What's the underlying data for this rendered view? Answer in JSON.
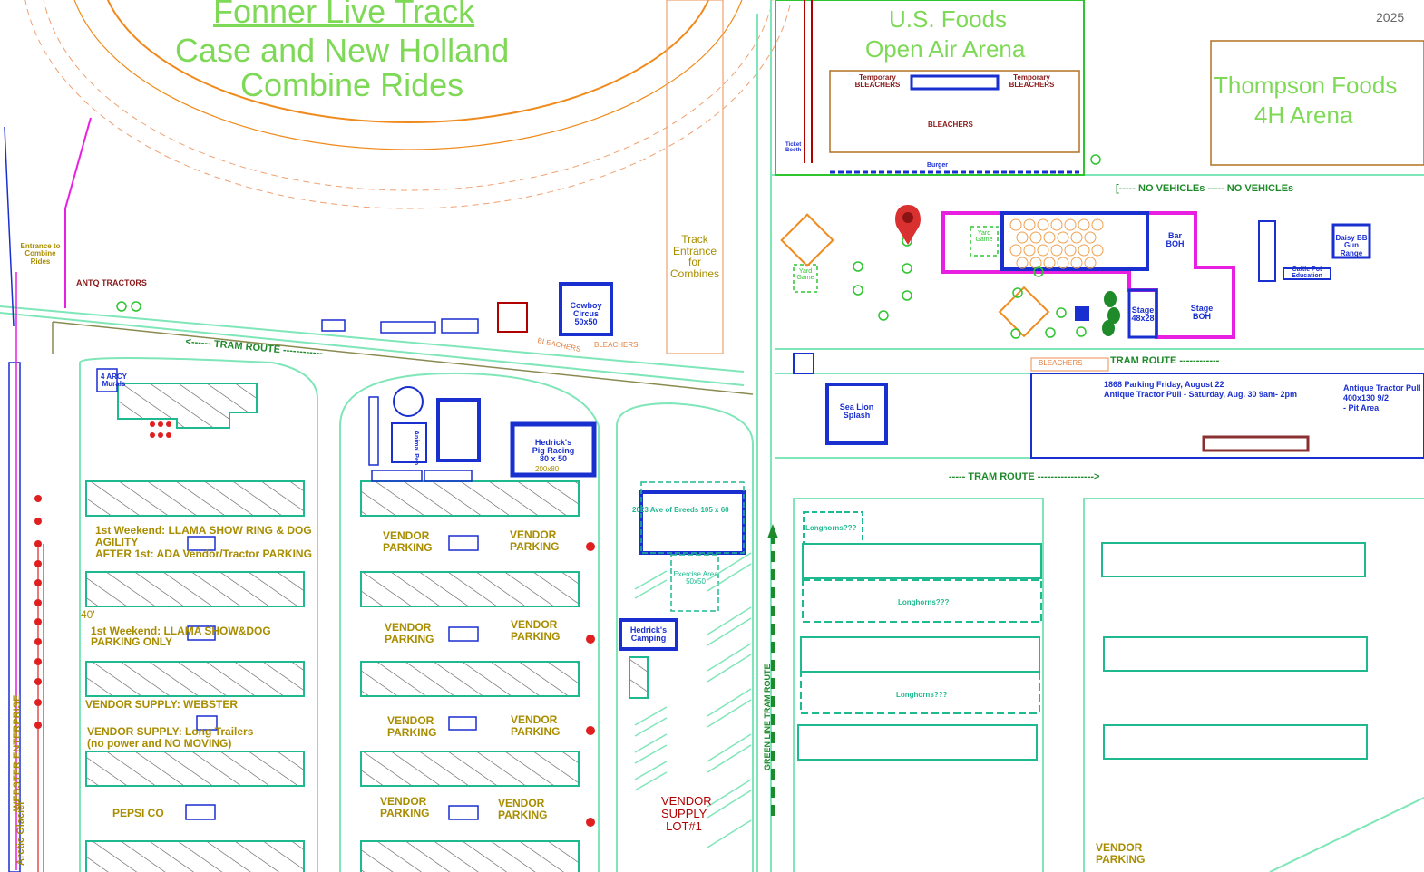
{
  "year": "2025",
  "track": {
    "title": "Fonner Live Track",
    "line2": "Case and New Holland",
    "line3": "Combine Rides"
  },
  "arena_us_foods": {
    "line1": "U.S. Foods",
    "line2": "Open Air Arena"
  },
  "arena_thompson": {
    "line1": "Thompson Foods",
    "line2": "4H Arena"
  },
  "bleachers": {
    "temporary": "Temporary BLEACHERS",
    "main": "BLEACHERS",
    "small": "BLEACHERS"
  },
  "ticket_booth": "Ticket Booth",
  "burger": "Burger",
  "no_vehicles": "[----- NO VEHICLEs   -----   NO VEHICLEs",
  "track_entrance": "Track Entrance for Combines",
  "entrance_combine": "Entrance to Combine Rides",
  "antq_tractors": "ANTQ TRACTORS",
  "tram_route": "TRAM ROUTE",
  "tram_route_left": "<------ TRAM ROUTE ------------",
  "tram_route_right": "TRAM ROUTE ------------",
  "tram_route_bottom": "----- TRAM ROUTE ----------------->",
  "cowboy_circus": {
    "line1": "Cowboy",
    "line2": "Circus",
    "line3": "50x50"
  },
  "four_arcy": "4 ARCY Murals",
  "animal_pen": "Animal Pen",
  "pig_racing": {
    "line1": "Hedrick's",
    "line2": "Pig Racing",
    "line3": "80 x 50",
    "line4": "200x80"
  },
  "ave_breeds": "2023 Ave of Breeds 105 x 60",
  "exercise_area": "Exercise Area 50x50",
  "hedricks_camping": "Hedrick's Camping",
  "vendor_supply_lot": {
    "line1": "VENDOR",
    "line2": "SUPPLY",
    "line3": "LOT#1"
  },
  "llama_weekend": "1st Weekend:  LLAMA SHOW RING & DOG",
  "agility": "AGILITY",
  "after_1st": "AFTER 1st:  ADA Vendor/Tractor PARKING",
  "llama_parking": "1st Weekend:  LLAMA SHOW&DOG",
  "parking_only": "PARKING ONLY",
  "forty": "40'",
  "vendor_supply_webster": "VENDOR SUPPLY:  WEBSTER",
  "vendor_supply_long": "VENDOR SUPPLY: Long Trailers",
  "no_power": "(no power and NO MOVING)",
  "pepsi": "PEPSI CO",
  "webster_enterprise": "WEBSTER ENTERPRISE",
  "arctic_glacier": "Arctic Glacier",
  "vendor_parking": "VENDOR PARKING",
  "yard_game": "Yard Game",
  "bar_boh": "Bar BOH",
  "stage": {
    "label": "Stage",
    "size": "48x28"
  },
  "stage_boh": "Stage BOH",
  "daisy_bb": "Daisy BB Gun Range",
  "cattle_pot": "Cattle Pot Education",
  "sea_lion": {
    "line1": "Sea Lion",
    "line2": "Splash"
  },
  "parking_1868": "1868 Parking Friday, August 22",
  "antique_pull": "Antique Tractor Pull - Saturday, Aug. 30 9am- 2pm",
  "antique_right": {
    "line1": "Antique Tractor Pull",
    "line2": "400x130 9/2",
    "line3": "- Pit Area"
  },
  "longhorns": "Longhorns???",
  "green_line": "GREEN LINE TRAM ROUTE",
  "colors": {
    "mint": "#7ee6b8",
    "orange": "#f08a1c",
    "navy": "#1a2fd0",
    "olive": "#a98d00",
    "magenta": "#e81ee0",
    "red": "#e02020",
    "teal": "#1fb98f",
    "lime": "#2ec52e"
  }
}
